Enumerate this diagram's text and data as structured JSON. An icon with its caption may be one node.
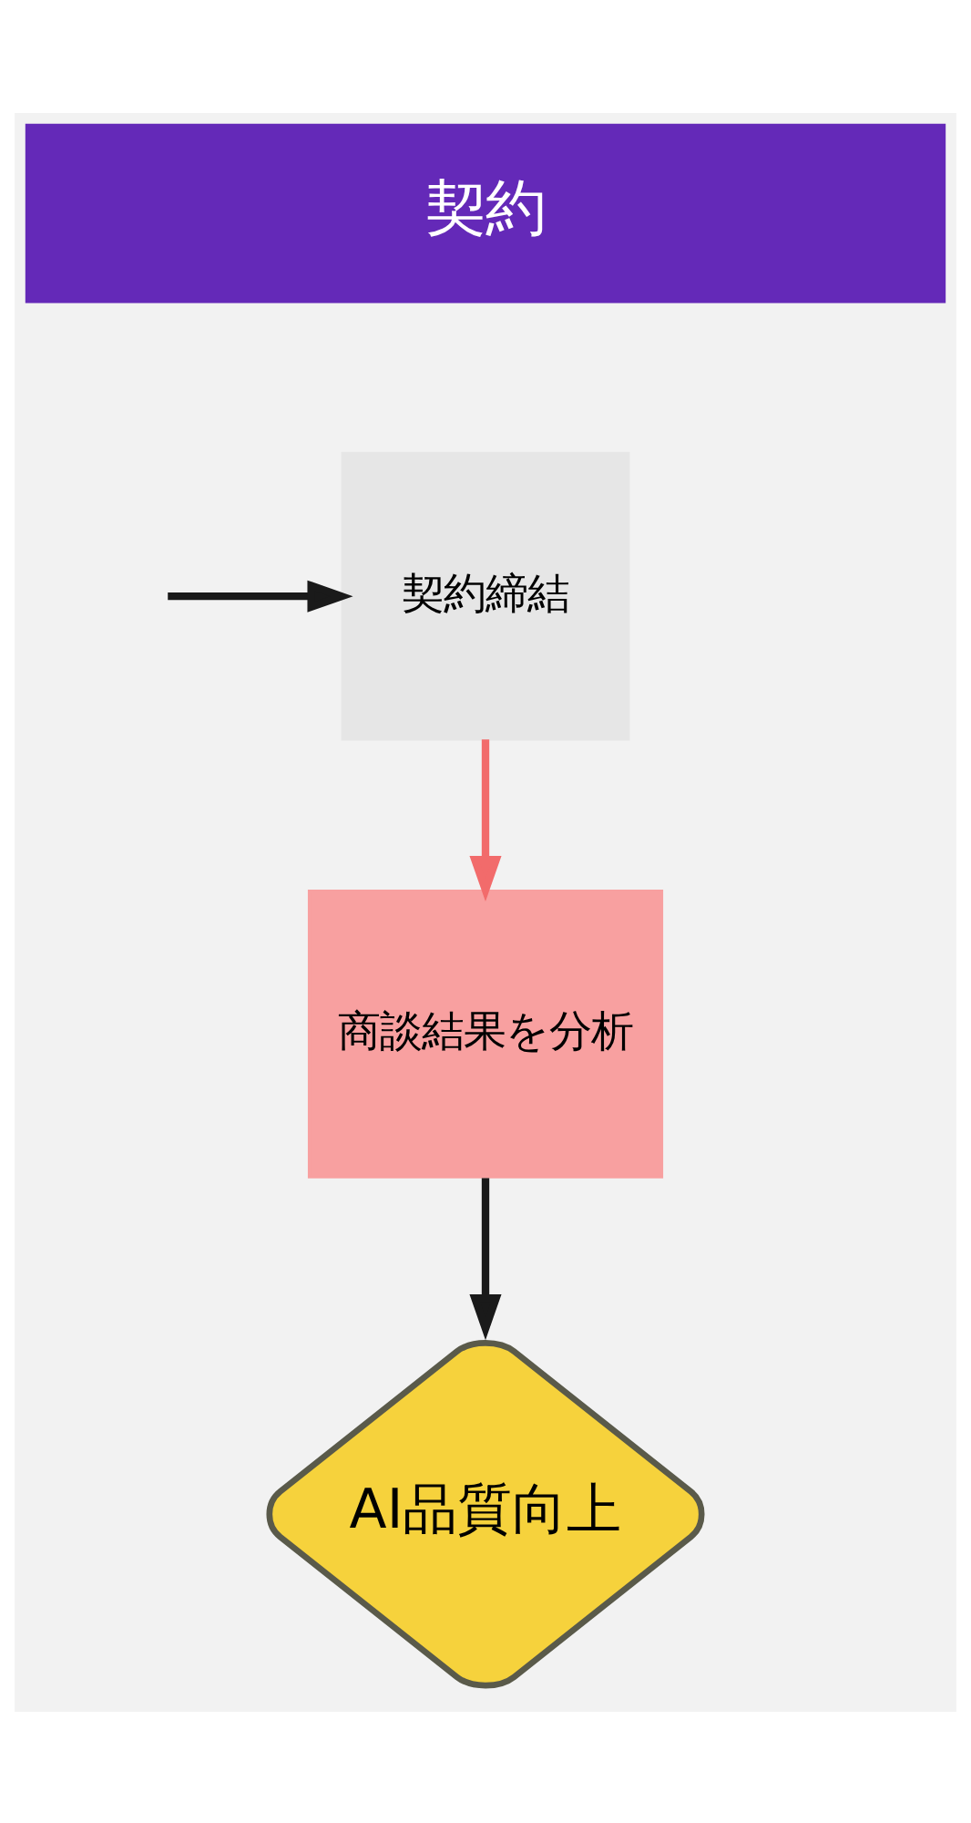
{
  "diagram": {
    "nodes": [
      {
        "text": [
          "契約"
        ]
      },
      {
        "text": [
          "契約締結"
        ]
      },
      {
        "text": [
          "商談結果を分析"
        ]
      },
      {
        "text": [
          "AI品質向上"
        ]
      }
    ],
    "edges": [
      {
        "from": null,
        "to": 1,
        "arrow": "to"
      },
      {
        "from": 1,
        "to": 2,
        "arrow": "to",
        "color": "#f26b6b"
      },
      {
        "from": 2,
        "to": 3,
        "arrow": "to"
      }
    ]
  }
}
